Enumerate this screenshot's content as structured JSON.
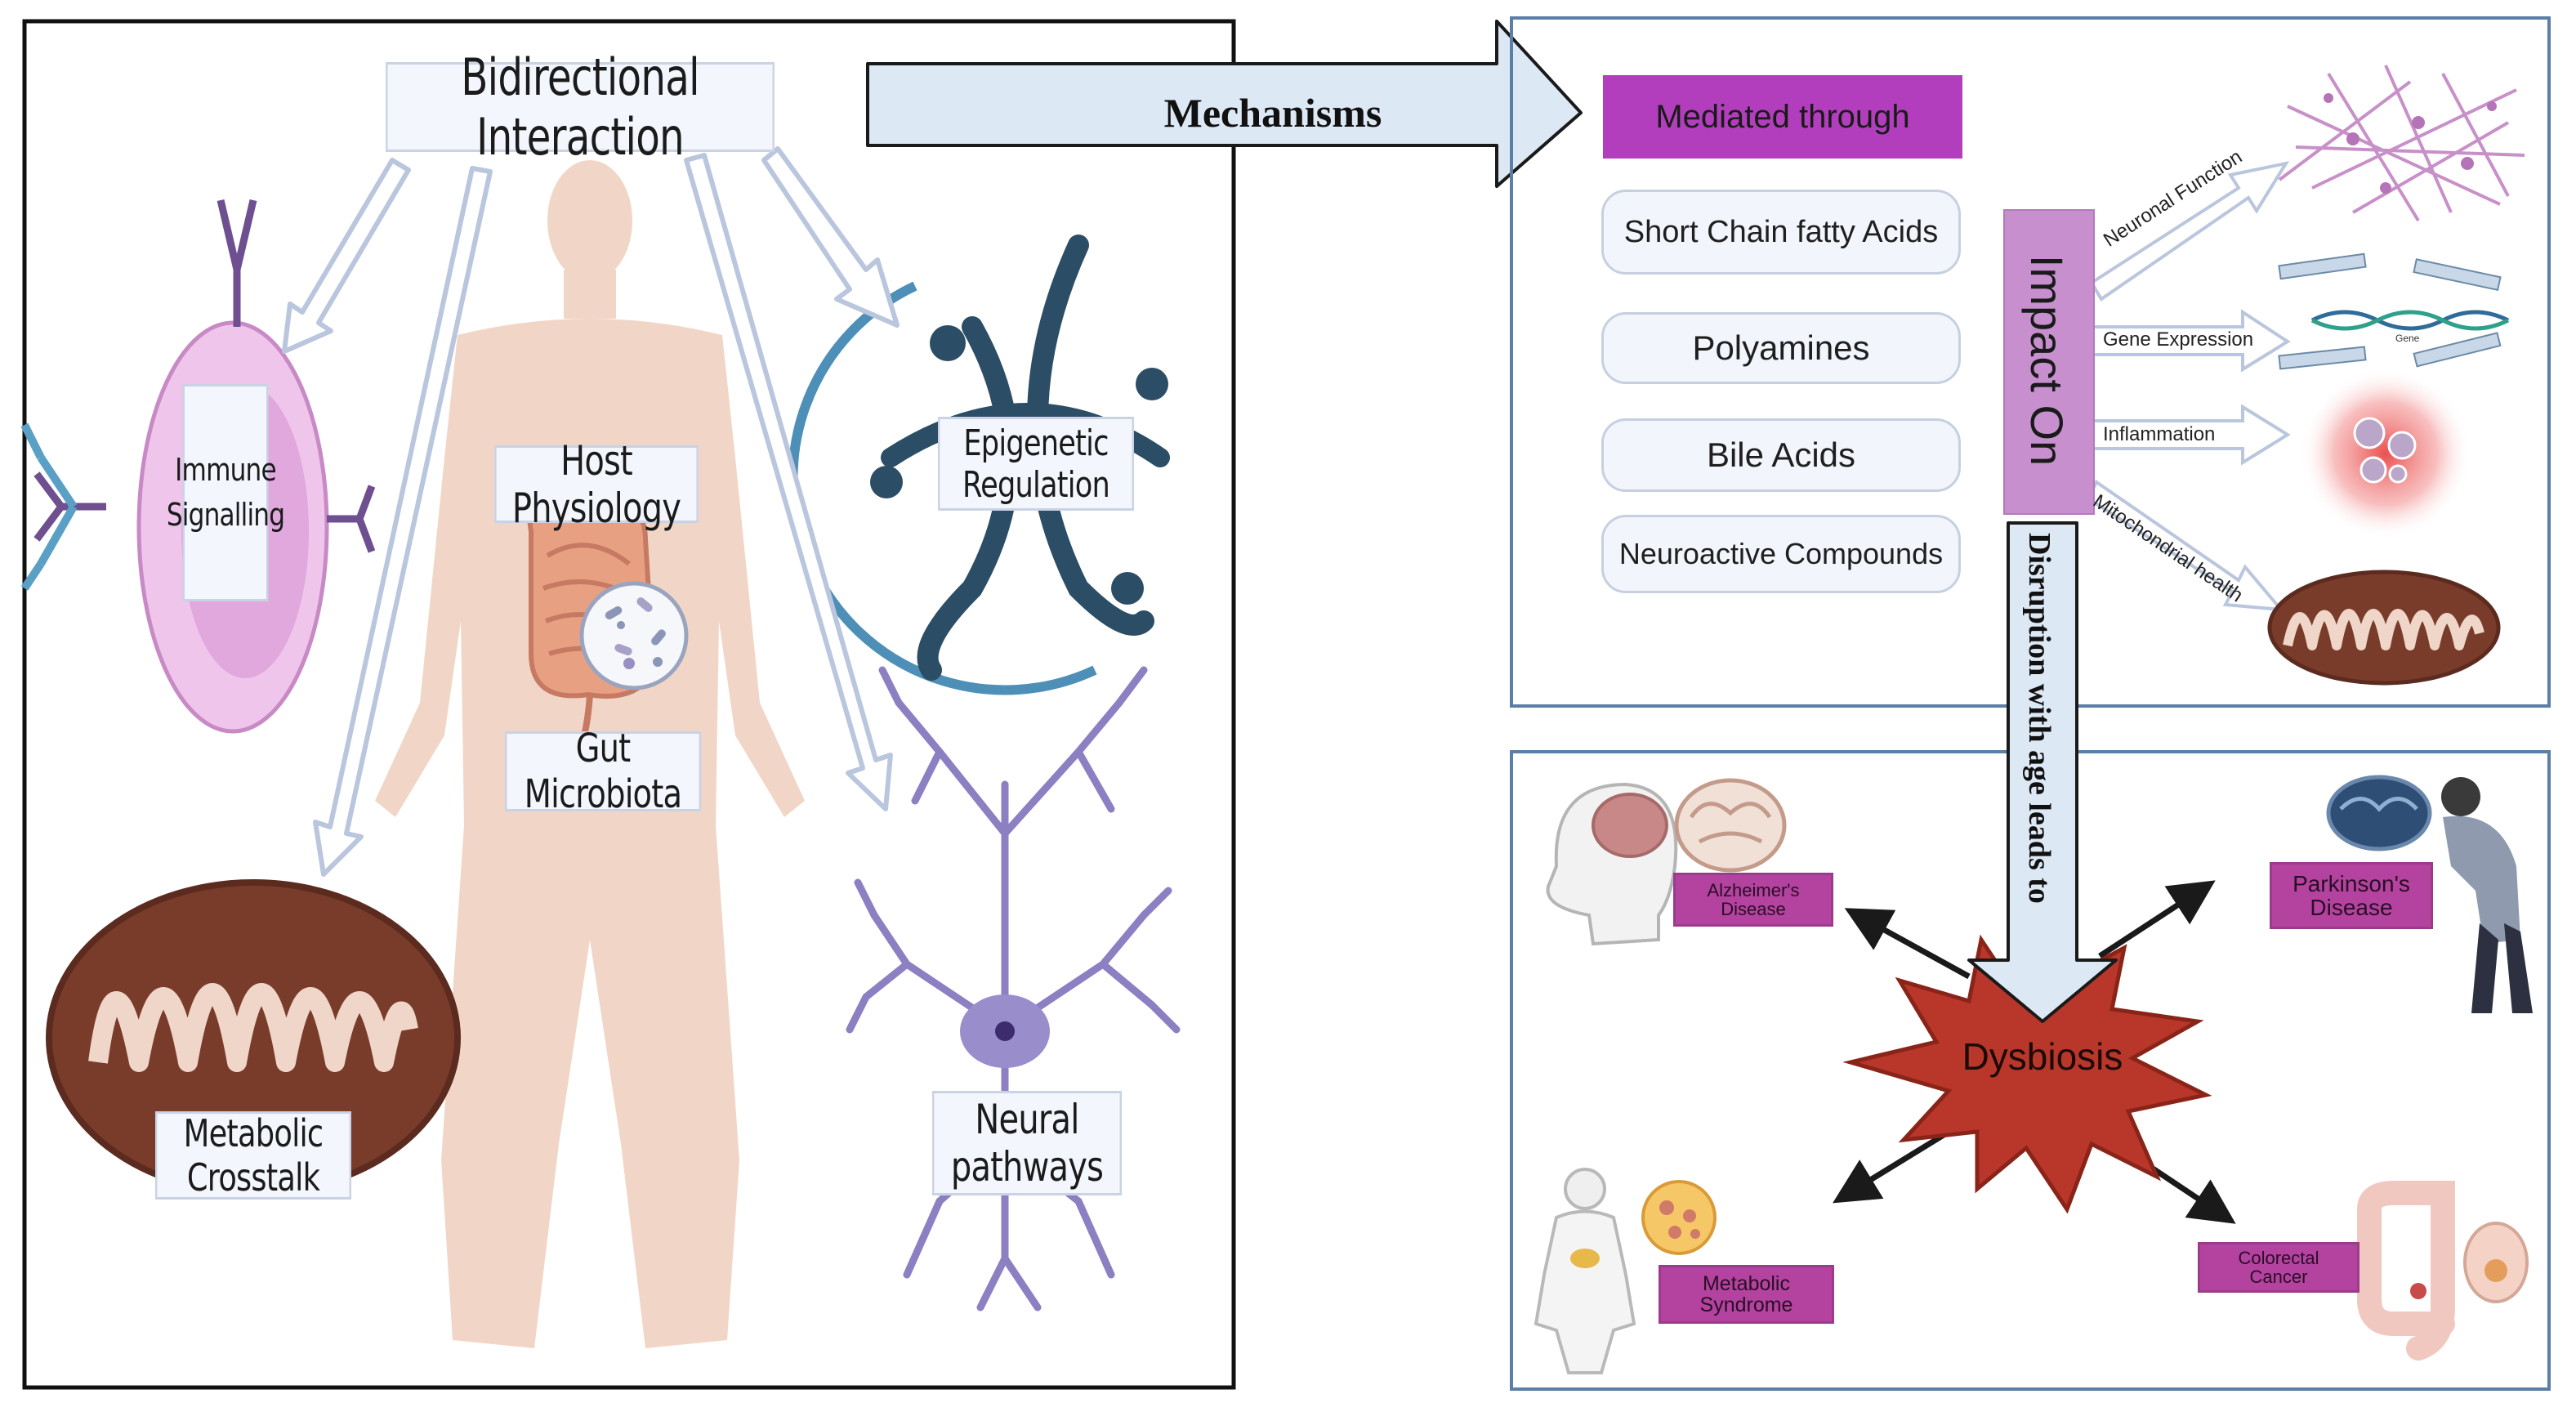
{
  "left_panel": {
    "title": "Bidirectional Interaction",
    "labels": {
      "immune": "Immune\nSignalling",
      "host": "Host Physiology",
      "gut": "Gut Microbiota",
      "epigenetic": "Epigenetic Regulation",
      "metabolic": "Metabolic Crosstalk",
      "neural": "Neural pathways"
    }
  },
  "mechanisms_arrow": "Mechanisms",
  "mediators": {
    "header": "Mediated through",
    "items": [
      "Short Chain fatty Acids",
      "Polyamines",
      "Bile Acids",
      "Neuroactive Compounds"
    ]
  },
  "impact": {
    "label": "Impact On",
    "targets": [
      "Neuronal Function",
      "Gene Expression",
      "Inflammation",
      "Mitochondrial health"
    ],
    "gene_tag": "Gene"
  },
  "disruption_arrow": "Disruption with age leads to",
  "dysbiosis": {
    "center": "Dysbiosis",
    "diseases": {
      "alzheimers": "Alzheimer's\nDisease",
      "parkinsons": "Parkinson's\nDisease",
      "metabolic": "Metabolic\nSyndrome",
      "colorectal": "Colorectal\nCancer"
    }
  },
  "colors": {
    "panel_border_left": "#111111",
    "panel_border_right": "#5b7fa6",
    "mediator_header": "#b33ebd",
    "impact_box": "#c78fce",
    "arrow_fill": "#dde8f5",
    "arrow_stroke": "#1a1a1a",
    "dysbiosis": "#b8372a",
    "disease_label": "#b3439e"
  }
}
